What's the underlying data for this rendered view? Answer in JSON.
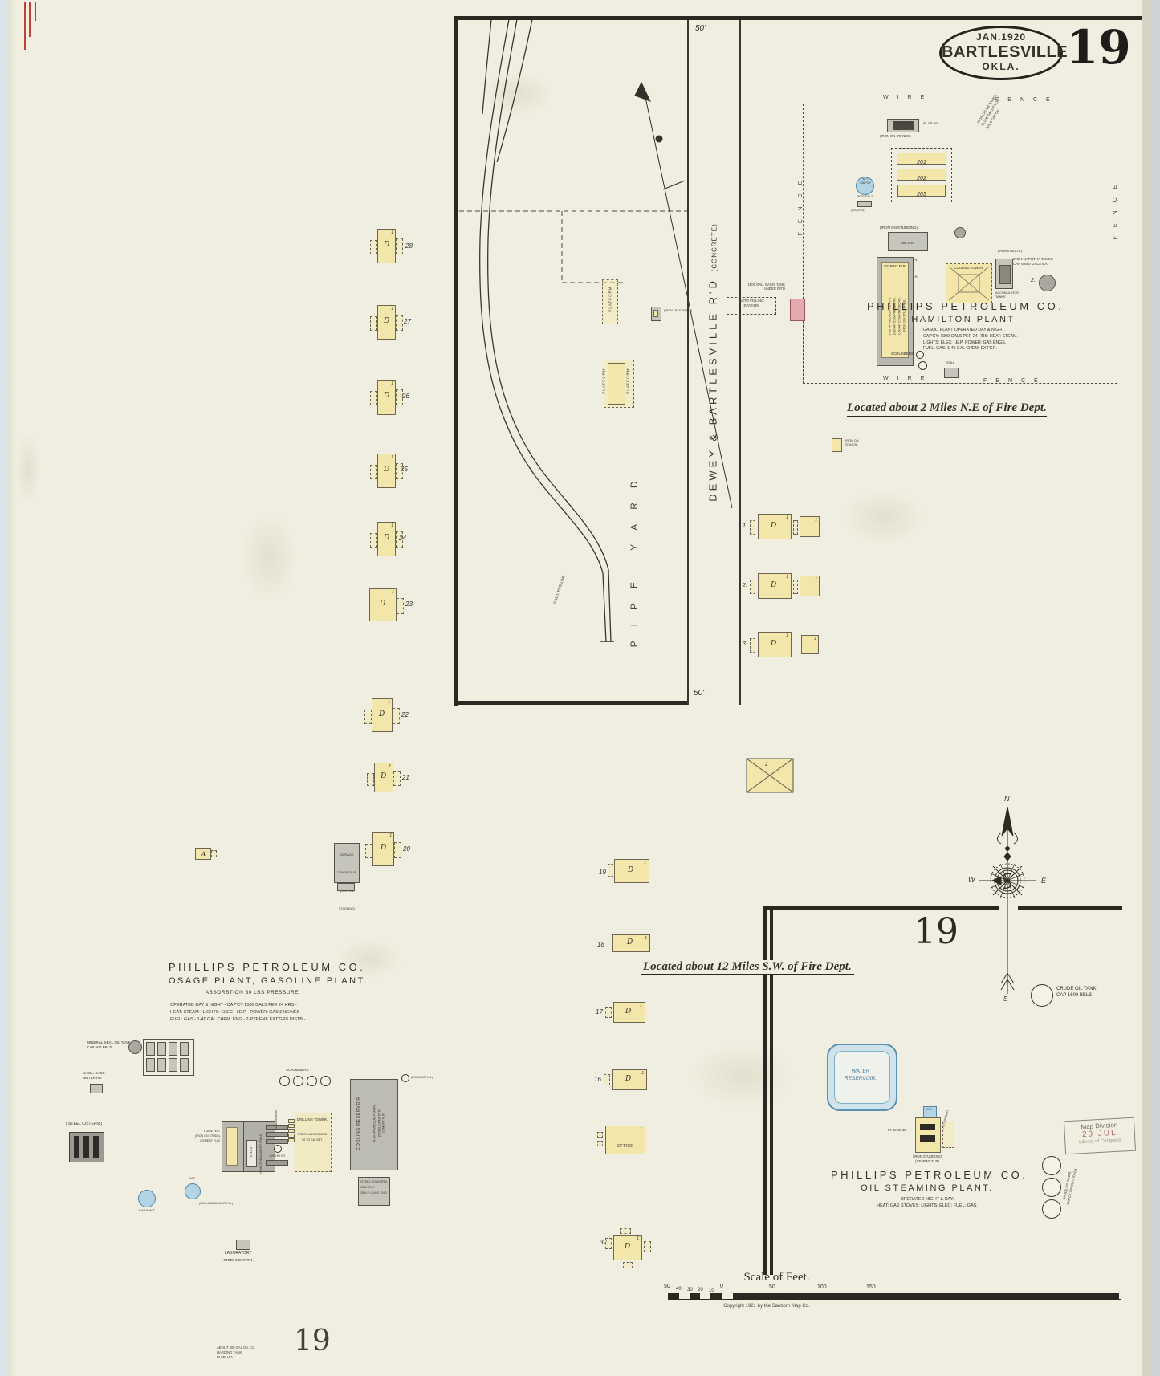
{
  "sheet": {
    "number_top": "19",
    "number_mid": "19",
    "number_bottom": "19",
    "oval_date": "JAN.1920",
    "oval_city": "BARTLESVILLE",
    "oval_state": "OKLA."
  },
  "notes": {
    "ne": "Located about 2 Miles N.E of Fire Dept.",
    "sw": "Located about 12 Miles S.W. of Fire Dept."
  },
  "road": {
    "name": "DEWEY  &  BARTLESVILLE   R'D",
    "surface": "(CONCRETE)",
    "w_top": "50'",
    "w_bot": "50'"
  },
  "yard": {
    "pipe": "PIPE YARD",
    "platform": "PLATFORM",
    "pipe_line": "GASO. PIPE LINE"
  },
  "glyphs": {
    "d": "D",
    "one": "1",
    "a": "A",
    "two": "2",
    "office": "OFFICE"
  },
  "dwellings": [
    {
      "num": "28"
    },
    {
      "num": "27"
    },
    {
      "num": "26"
    },
    {
      "num": "25"
    },
    {
      "num": "24"
    },
    {
      "num": "23"
    },
    {
      "num": "22"
    },
    {
      "num": "21"
    },
    {
      "num": "20"
    }
  ],
  "col": [
    {
      "num": "19"
    },
    {
      "num": "18"
    },
    {
      "num": "17"
    },
    {
      "num": "16"
    },
    {
      "num": "32"
    }
  ],
  "rows": [
    {
      "num": "1."
    },
    {
      "num": "2."
    },
    {
      "num": "3."
    }
  ],
  "ham": {
    "title": "PHILLIPS PETROLEUM CO.",
    "sub": "HAMILTON PLANT",
    "d1": "GASOL. PLANT OPERATED DAY & NIGHT.",
    "d2": "CAP'CY: 1000 GALS PER 24 HRS: HEAT: STEAM.",
    "d3": "LIGHTS: ELEC: I.E.P: POWER: GAS ENGS.",
    "d4": "FUEL: GAS: 1-40 GAL CHEM. EXT'GR.",
    "wire": "WIRE",
    "fence": "FENCE",
    "t1": "201",
    "t2": "202",
    "t3": "203",
    "tanknote1": "IRON CRUDE TANKS,",
    "tanknote2": "56,000 GALS EACH,",
    "tanknote3": "GALS CAP'CY.",
    "wt1": "W.T.",
    "wt2": "CAP'CY",
    "wt3": "5000 GALS",
    "heater": "(HEATER)",
    "stands": "(IRON ON STANDS)",
    "irgr": "IR. GR. 80",
    "studding": "(IRON ON STUDDING)",
    "e1": "GAS ENG.",
    "e2": "ELEC. GEN'R.",
    "e3": "CEMENT FLR.",
    "cement": "CEMENT FLR.",
    "m1": "2-30 HP VACUUM PUMPS.",
    "m2": "2-80 HP COMPRESSORS.",
    "m3": "1-60 HP COMPRESSORS.",
    "m4": "(IRON ON STUDDING)",
    "scrub": "SCRUBBERS",
    "cool": "COOLING TOWER.",
    "istud": "(IRON STUDD'G)",
    "accum1": "ACCUMULATOR",
    "accum2": "TANKS",
    "nap1": "IRON NAPHTHA TANKS",
    "nap2": "CAP 6,850 GALS EA.",
    "napnum": "2.",
    "still": "STILL",
    "afs1": "1500 GAL. GASO. TANK",
    "afs2": "UNDER GR'D",
    "afs3": "AUTO FILLING",
    "afs4": "STATION",
    "stands2a": "(IRON ON",
    "stands2b": "STANDS)"
  },
  "osage": {
    "title": "PHILLIPS PETROLEUM CO.",
    "sub": "OSAGE PLANT, GASOLINE PLANT.",
    "p": "ABSORBTION 30 LBS PRESSURE.",
    "d1": "OPERATED DAY & NIGHT - CAP'CY 1500 GALS PER 24 HRS -",
    "d2": "HEAT: STEAM - LIGHTS: ELEC - I.E.P - POWER: GAS ENGINES -",
    "d3": "FUEL: GAS - 1-40 GAL CHEM. ENG - 7-PYRENE EXT'GRS DISTB -",
    "g1": "GARAGE",
    "g2": "CEMENT FLR.",
    "g3": "(IRON ON",
    "g4": "STUDDING)",
    "min1": "MINERAL SEAL OIL TANK",
    "min2": "CAP 500 BBLS",
    "met1": "1A GA. GASO.",
    "met2": "METER HO.",
    "scrub": "SCRUBBERS",
    "th1": "TOOL HO.",
    "th2": "(IRON ON STUDS)",
    "th3": "(CEMENT FLR)",
    "stills": "STILLS",
    "frac": "8 FRACTIONAL WATER STILLS",
    "cond": "CONDENSERS",
    "exch": "EXCH'R HO.",
    "dt1": "DRILLING TOWER.",
    "dt2": "5 SETS ABSORBERS",
    "dt3": "16 TO EA. SET.",
    "cr": "COOLING RESERVOIR",
    "cr1": "6-40 HP VACUUM PUMPS.",
    "cr2": "(STEEL CONSTR'N)",
    "cr3": "CEMENT FLR.",
    "exh": "(EXHAUST LN.)",
    "sc1": "(STEEL CONSTR'N)",
    "sc2": "CEM. FLR.",
    "sc3": "25 H.P. GASO. ENG.",
    "wc": "( STEEL CISTERN )",
    "wt": "W.T.",
    "wt1n": "WASH W.T.",
    "wt2n": "(GAS AND BOILER HO.)",
    "lab1": "LABORATORY",
    "lab2": "( STEEL CONSTR'N )",
    "fn1": "ABOUT 400 GAL OIL CO.",
    "fn2": "HARDING TANK",
    "fn3": "PUMP HO."
  },
  "steam": {
    "title": "PHILLIPS PETROLEUM CO.",
    "sub": "OIL STEAMING PLANT.",
    "d1": "OPERATED NIGHT & DAY.",
    "d2": "HEAT: GAS STOVES: LIGHTS: ELEC: FUEL: GAS.",
    "wt": "W.T.",
    "lab": "(LABORATORY)",
    "chg": "IR. CHG. 30",
    "f1": "(IRON STUDDING)",
    "f2": "(CEMENT FLR)",
    "res1": "WATER",
    "res2": "RESERVOIR.",
    "ct1": "CRUDE OIL TANK",
    "ct2": "CAP 1600 BBLS",
    "cts1": "CRUDE OIL TANKS",
    "cts2": "CAP'CY 250 BBLS EACH"
  },
  "compass": {
    "n": "N",
    "w": "W",
    "e": "E",
    "s": "S"
  },
  "stamp": {
    "l1": "Map Division",
    "l2": "29 JUL",
    "l3": "Library of Congress"
  },
  "scale": {
    "title": "Scale of Feet.",
    "t1": "50",
    "t2": "40",
    "t3": "30",
    "t4": "20",
    "t5": "10",
    "t6": "0",
    "t7": "50",
    "t8": "100",
    "t9": "150",
    "copyright": "Copyright 1921 by the Sanborn Map Co."
  }
}
